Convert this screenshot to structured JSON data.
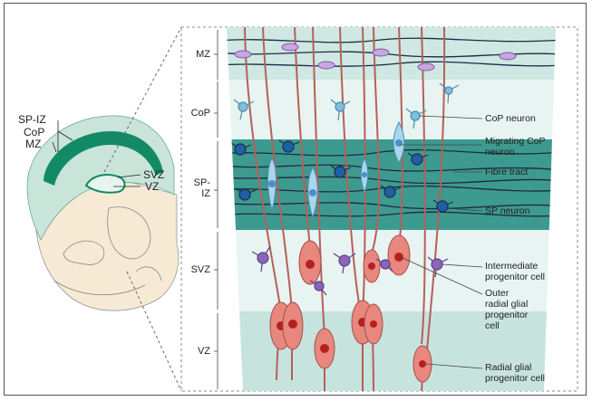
{
  "brain_labels": {
    "sp_iz": "SP-IZ",
    "cop": "CoP",
    "mz": "MZ",
    "svz": "SVZ",
    "vz": "VZ"
  },
  "zones": {
    "mz": "MZ",
    "cop": "CoP",
    "sp_iz_line1": "SP-",
    "sp_iz_line2": "IZ",
    "svz": "SVZ",
    "vz": "VZ"
  },
  "callouts": {
    "cop_neuron": "CoP neuron",
    "migrating_line1": "Migrating CoP",
    "migrating_line2": "neuron",
    "fibre_tract": "Fibre tract",
    "sp_neuron": "SP neuron",
    "intermediate_line1": "Intermediate",
    "intermediate_line2": "progenitor cell",
    "outer_line1": "Outer",
    "outer_line2": "radial glial",
    "outer_line3": "progenitor",
    "outer_line4": "cell",
    "radial_line1": "Radial glial",
    "radial_line2": "progenitor cell"
  },
  "colors": {
    "mz_band": "#cfe8e3",
    "cop_band": "#e6f3f1",
    "spiz_band": "#3d9a8e",
    "svz_band": "#e6f3f1",
    "vz_band": "#c7e3de",
    "radial_fiber": "#b5605a",
    "radial_cell": "#e8877e",
    "nucleus": "#b42020",
    "cop_neuron": "#7fc0dc",
    "sp_neuron": "#1e5fa8",
    "intermediate": "#8a66b8",
    "fibre": "#1e2a44",
    "brain_outer": "#c9e4d9",
    "brain_cortex": "#138a66"
  }
}
